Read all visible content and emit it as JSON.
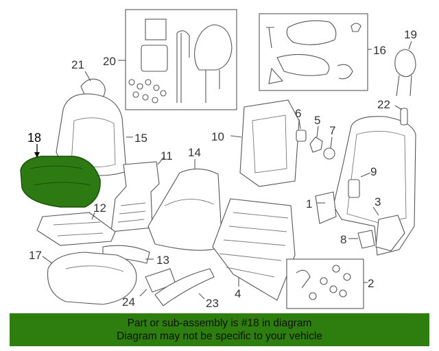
{
  "diagram": {
    "callouts": [
      {
        "id": "1",
        "text": "1"
      },
      {
        "id": "2",
        "text": "2"
      },
      {
        "id": "3",
        "text": "3"
      },
      {
        "id": "4",
        "text": "4"
      },
      {
        "id": "5",
        "text": "5"
      },
      {
        "id": "6",
        "text": "6"
      },
      {
        "id": "7",
        "text": "7"
      },
      {
        "id": "8",
        "text": "8"
      },
      {
        "id": "9",
        "text": "9"
      },
      {
        "id": "10",
        "text": "10"
      },
      {
        "id": "11",
        "text": "11"
      },
      {
        "id": "12",
        "text": "12"
      },
      {
        "id": "13",
        "text": "13"
      },
      {
        "id": "14",
        "text": "14"
      },
      {
        "id": "15",
        "text": "15"
      },
      {
        "id": "16",
        "text": "16"
      },
      {
        "id": "17",
        "text": "17"
      },
      {
        "id": "18",
        "text": "18"
      },
      {
        "id": "19",
        "text": "19"
      },
      {
        "id": "20",
        "text": "20"
      },
      {
        "id": "21",
        "text": "21"
      },
      {
        "id": "22",
        "text": "22"
      },
      {
        "id": "23",
        "text": "23"
      },
      {
        "id": "24",
        "text": "24"
      }
    ],
    "highlighted_part": "18",
    "highlight_color": "#2d7a12"
  },
  "banner": {
    "line1": "Part or sub-assembly is #18 in diagram",
    "line2": "Diagram may not be specific to your vehicle",
    "background": "#2e7d0f"
  }
}
